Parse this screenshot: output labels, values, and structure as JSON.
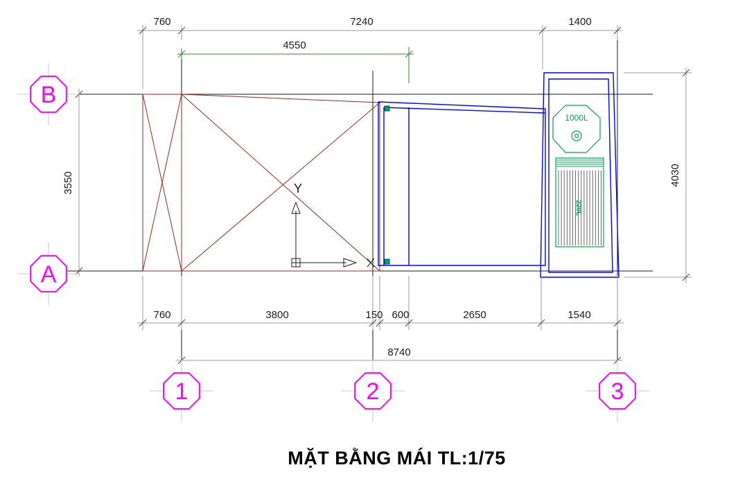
{
  "title": "MẶT BẰNG MÁI TL:1/75",
  "dimensions": {
    "top": [
      "760",
      "7240",
      "1400"
    ],
    "upper": "4550",
    "bottom": [
      "760",
      "3800",
      "150",
      "600",
      "2650",
      "1540"
    ],
    "overall": "8740",
    "left": "3550",
    "right": "4030"
  },
  "grid_labels": {
    "rows": [
      "B",
      "A"
    ],
    "columns": [
      "1",
      "2",
      "3"
    ]
  },
  "equipment": {
    "water_tank": "1000L",
    "solar_heater": "220L"
  },
  "ucs": {
    "y_label": "Y"
  },
  "colors": {
    "grid_bubble": "#ff00ff",
    "roof_outline": "#0000ff",
    "diagonal_lines": "#8b2e1e",
    "equipment": "#00a651",
    "dimension_lines": "#a0a0a0"
  }
}
